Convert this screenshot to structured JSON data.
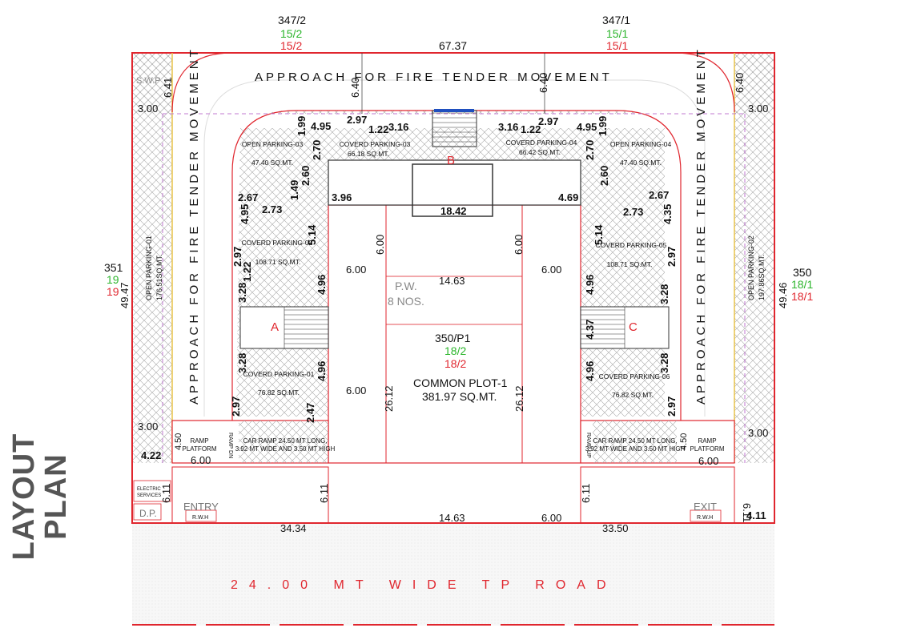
{
  "title": "LAYOUT PLAN",
  "colors": {
    "red": "#e0262e",
    "green": "#2bb52b",
    "black": "#111111",
    "hatch": "#9a9a9a",
    "magenta": "#c07ad0",
    "blue": "#1f4fbf"
  },
  "survey": {
    "top_left": {
      "main": "347/2",
      "green": "15/2",
      "red": "15/2"
    },
    "top_right": {
      "main": "347/1",
      "green": "15/1",
      "red": "15/1"
    },
    "left": {
      "main": "351",
      "green": "19",
      "red": "19"
    },
    "right": {
      "main": "350",
      "green": "18/1",
      "red": "18/1"
    },
    "center": {
      "main": "350/P1",
      "green": "18/2",
      "red": "18/2"
    }
  },
  "labels": {
    "approach_top": "APPROACH FOR FIRE TENDER MOVEMENT",
    "approach_left": "APPROACH FOR FIRE TENDER MOVEMENT",
    "approach_right": "APPROACH FOR FIRE TENDER MOVEMENT",
    "road": "24.00 MT WIDE TP ROAD",
    "swp": "S.W.P",
    "open_parking_01": "OPEN PARKING-01",
    "open_parking_01_area": "176.51SQ.MT.",
    "open_parking_02": "OPEN PARKING-02",
    "open_parking_02_area": "197.86SQ.MT.",
    "open_parking_03": "OPEN PARKING-03",
    "open_parking_03_area": "47.40 SQ.MT.",
    "open_parking_04": "OPEN PARKING-04",
    "open_parking_04_area": "47.40 SQ.MT.",
    "coverd_parking_01": "COVERD PARKING-01",
    "coverd_parking_01_area": "76.82 SQ.MT.",
    "coverd_parking_02": "COVERD PARKING-02",
    "coverd_parking_02_area": "108.71 SQ.MT.",
    "coverd_parking_03": "COVERD PARKING-03",
    "coverd_parking_03_area": "66.18 SQ.MT.",
    "coverd_parking_04": "COVERD PARKING-04",
    "coverd_parking_04_area": "66.42 SQ.MT.",
    "coverd_parking_05": "COVERD PARKING-05",
    "coverd_parking_05_area": "108.71 SQ.MT.",
    "coverd_parking_06": "COVERD PARKING-06",
    "coverd_parking_06_area": "76.82 SQ.MT.",
    "pw": "P.W.",
    "pw_nos": "8 NOS.",
    "common_plot": "COMMON PLOT-1",
    "common_plot_area": "381.97 SQ.MT.",
    "block_a": "A",
    "block_b": "B",
    "block_c": "C",
    "ramp_platform_1": "RAMP",
    "ramp_platform_2": "PLATFORM",
    "ramp_dn": "RAMP DN",
    "ramp_up": "RAMP UP",
    "car_ramp_1": "CAR RAMP 24.50 MT LONG,",
    "car_ramp_2": "3.92 MT WIDE AND 3.50 MT HIGH",
    "entry": "ENTRY",
    "exit": "EXIT",
    "rwh": "R.W.H",
    "electric_1": "ELECTRIC",
    "electric_2": "SERVICES",
    "dp": "D.P."
  },
  "dimensions": {
    "top_total": "67.37",
    "left_total": "49.47",
    "right_total": "49.46",
    "bottom_left": "34.34",
    "bottom_mid": "14.63",
    "bottom_mid2": "6.00",
    "bottom_right": "33.50",
    "d641": "6.41",
    "d640": "6.40",
    "d300": "3.00",
    "d297": "2.97",
    "d199": "1.99",
    "d495": "4.95",
    "d122": "1.22",
    "d316": "3.16",
    "d270": "2.70",
    "d260": "2.60",
    "d149": "1.49",
    "d267": "2.67",
    "d273": "2.73",
    "d396": "3.96",
    "d469": "4.69",
    "d1842": "18.42",
    "d514": "5.14",
    "d600": "6.00",
    "d1463": "14.63",
    "d496": "4.96",
    "d328": "3.28",
    "d437": "4.37",
    "d247": "2.47",
    "d2612": "26.12",
    "d450": "4.50",
    "d422": "4.22",
    "d611": "6.11",
    "d411": "4.11",
    "d435": "4.35"
  }
}
